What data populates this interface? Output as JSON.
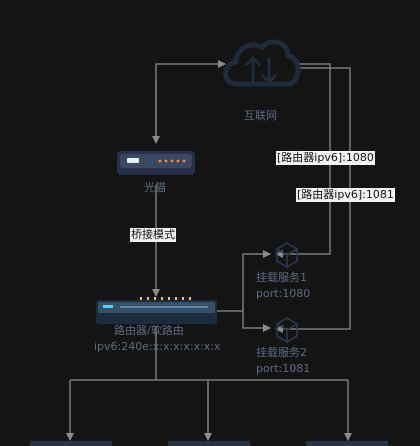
{
  "nodes": {
    "internet": {
      "label": "互联网",
      "icon": "cloud-upload-download-icon"
    },
    "modem": {
      "label": "光猫",
      "icon": "modem-icon"
    },
    "router": {
      "label": "路由器/软路由",
      "sublabel": "ipv6:240e:x:x:x:x:x:x:x",
      "icon": "router-switch-icon"
    },
    "service1": {
      "label": "挂载服务1",
      "port": "port:1080",
      "icon": "cube-service-icon"
    },
    "service2": {
      "label": "挂载服务2",
      "port": "port:1081",
      "icon": "cube-service-icon"
    }
  },
  "edges": {
    "bridge": "桥接模式",
    "to_service1": "[路由器ipv6]:1080",
    "to_service2": "[路由器ipv6]:1081"
  },
  "colors": {
    "background": "#141414",
    "line": "#7a7a7a",
    "muted_text": "#5d6b7f",
    "icon": "#1f2a3a",
    "label_box": "#f3f3f3"
  }
}
